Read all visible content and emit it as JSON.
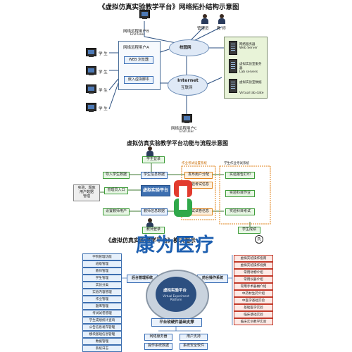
{
  "title1": "《虚拟仿真实验教学平台》网络拓扑结构示意图",
  "title2": "虚拟仿真实验教学平台功能与流程示意图",
  "title3": "《虚拟仿真实验教学平台》模块图示",
  "title3_mark": "R",
  "watermark": "康为医疗",
  "topology": {
    "user_b": "网络远程用户B",
    "user_b_en": "End User",
    "admin": "管理员",
    "teacher": "教 师",
    "user_a": "网络远程用户A",
    "browser": "WEB 浏览器",
    "plugin": "嵌入虚拟脚本",
    "campus": "校园网",
    "internet": "Internet",
    "internet_cn": "互联网",
    "web_server_cn": "网络服务器",
    "web_server_en": "Web Server",
    "lab_server_cn": "虚拟实验室服务器",
    "lab_server_en": "Lab servers",
    "lab_data_cn": "虚拟实验室数据",
    "lab_data_en": "Virtual lab date",
    "user_c": "网络远程用户C",
    "user_c_en": "End User",
    "students": [
      "学 生",
      "学 生",
      "学 生",
      "学 生"
    ]
  },
  "flow": {
    "student_login": "学生登录",
    "import_student": "导入学生数据",
    "student_info": "学生信息数据",
    "assign_label": "作业考试设置系统",
    "publish_task": "发布用户分配",
    "lab_report": "实验考试信息",
    "exam_system": "学生作业考试系统",
    "lab_report_print": "实验报告打印",
    "lab_subject_cn": "实验科目作业",
    "lab_subject_exam": "实验科目考试",
    "lab_question": "实验、题库\n用户数据\n管理",
    "admin_entry": "管理员入口",
    "platform": "虚拟实验平台",
    "settings_user": "设置教师用户",
    "teacher_info": "教师信息数据",
    "exam_info": "考试试卷信息",
    "teacher_login": "教师登录",
    "student_score": "学生成绩"
  },
  "modules": {
    "left_menu": [
      "学院管理功能",
      "班级管理",
      "教师管理",
      "学生管理",
      "实验分类",
      "实验内容管理",
      "作业管理",
      "题库管理",
      "考试试卷管理",
      "学生成绩统计查询",
      "公告信息发布管理",
      "模块基础信息管理",
      "数据管理",
      "系统日志"
    ],
    "right_menu": [
      "虚拟实验操作指南",
      "虚拟实验操作视频",
      "常用动物介绍",
      "常用仪器介绍",
      "常用手术器械介绍",
      "中药材生药介绍",
      "中医学基础实验",
      "基础医学实验",
      "临床基础实验",
      "临床实训教学实验"
    ],
    "backend": "后台管理系统",
    "frontend": "前台操作系统",
    "core_cn": "虚拟实验平台",
    "core_en": "Virtual Experiment Platform",
    "base": "平台软硬件基础支撑",
    "bottom": [
      "网络服务器",
      "用户支持",
      "操作系统数据",
      "系统安全软件"
    ]
  }
}
